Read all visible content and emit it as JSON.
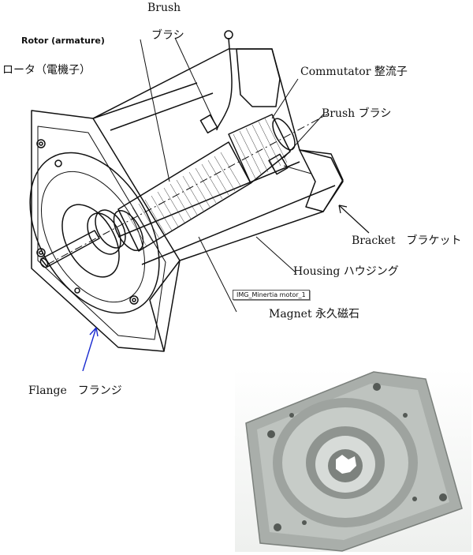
{
  "labels": {
    "brush_top_en": "Brush",
    "brush_top_jp": "ブラシ",
    "rotor_en": "Rotor (armature)",
    "rotor_jp": "ロータ（電機子）",
    "commutator": "Commutator 整流子",
    "brush_right": "Brush ブラシ",
    "bracket": "Bracket　ブラケット",
    "housing": "Housing ハウジング",
    "image_tag": "IMG_Minertia motor_1",
    "magnet": "Magnet 永久磁石",
    "flange": "Flange　フランジ"
  },
  "colors": {
    "line": "#111111",
    "flange_pointer": "#1a2bd0",
    "photo_metal": "#a9aeaa"
  }
}
